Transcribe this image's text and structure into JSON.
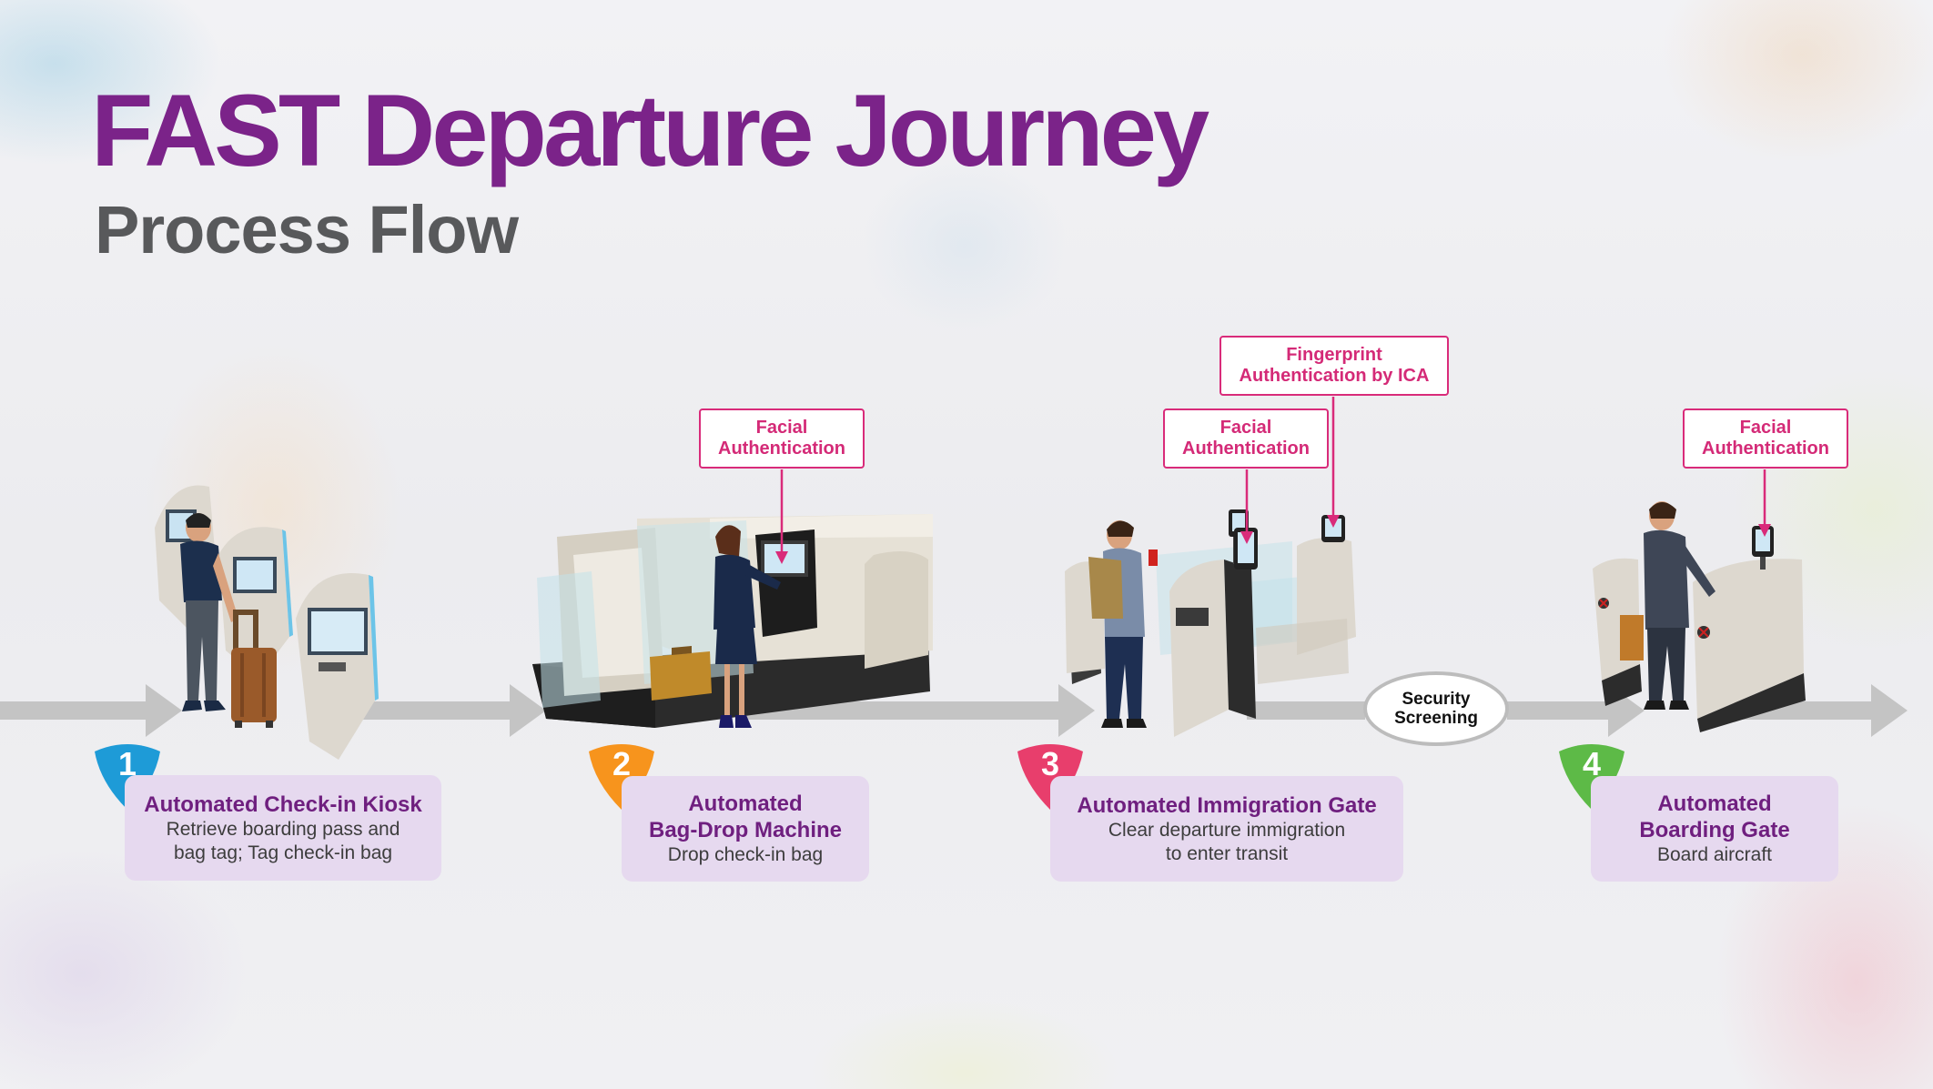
{
  "header": {
    "title": "FAST Departure Journey",
    "subtitle": "Process Flow"
  },
  "colors": {
    "title": "#7b2389",
    "subtitle": "#58595b",
    "flow_arrow": "#c4c4c4",
    "auth_border": "#d92b7a",
    "card_bg": "#e6d9ef",
    "step1": "#1e9bd7",
    "step2": "#f7941d",
    "step3": "#e83e6c",
    "step4": "#5dba47"
  },
  "steps": [
    {
      "number": "1",
      "title_lines": [
        "Automated Check-in Kiosk"
      ],
      "desc_lines": [
        "Retrieve boarding pass and",
        "bag tag; Tag check-in bag"
      ],
      "icon": "check-in-kiosk-illustration"
    },
    {
      "number": "2",
      "title_lines": [
        "Automated",
        "Bag-Drop Machine"
      ],
      "desc_lines": [
        "Drop check-in bag"
      ],
      "icon": "bag-drop-machine-illustration"
    },
    {
      "number": "3",
      "title_lines": [
        "Automated Immigration Gate"
      ],
      "desc_lines": [
        "Clear departure immigration",
        "to enter transit"
      ],
      "icon": "immigration-gate-illustration"
    },
    {
      "number": "4",
      "title_lines": [
        "Automated",
        "Boarding Gate"
      ],
      "desc_lines": [
        "Board aircraft"
      ],
      "icon": "boarding-gate-illustration"
    }
  ],
  "auth_labels": {
    "bag_drop_facial": [
      "Facial",
      "Authentication"
    ],
    "immigration_facial": [
      "Facial",
      "Authentication"
    ],
    "immigration_fingerprint": [
      "Fingerprint",
      "Authentication by ICA"
    ],
    "boarding_facial": [
      "Facial",
      "Authentication"
    ]
  },
  "security_screening": [
    "Security",
    "Screening"
  ]
}
